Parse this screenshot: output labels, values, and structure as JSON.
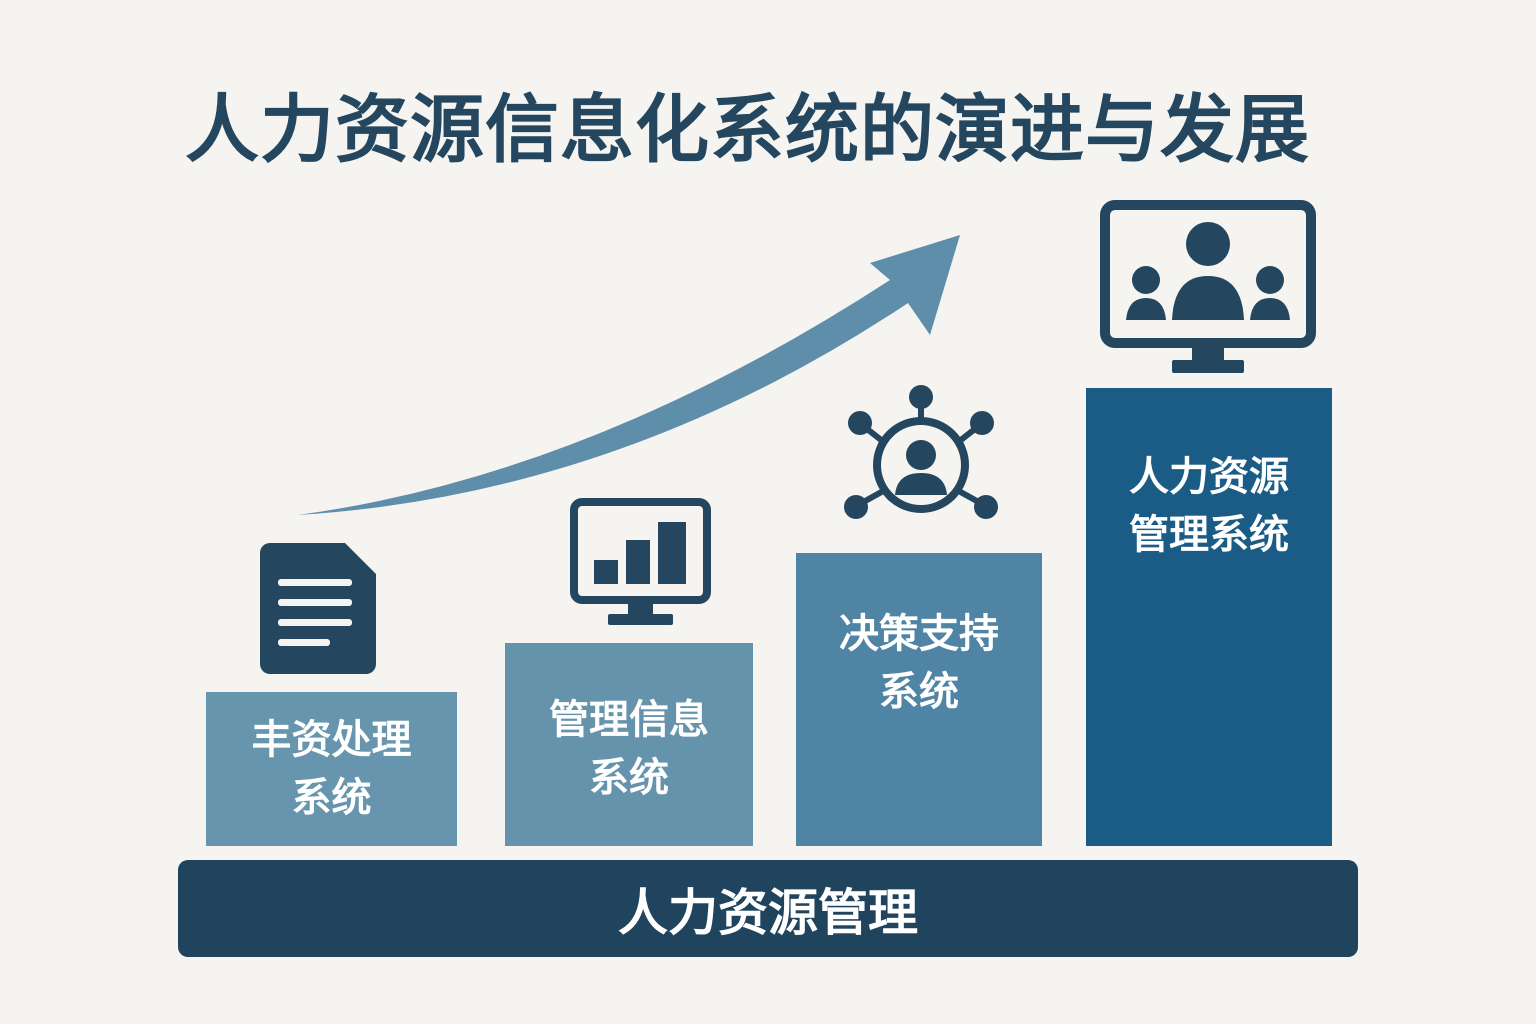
{
  "title": "人力资源信息化系统的演进与发展",
  "steps": [
    {
      "line1": "丰资处理",
      "line2": "系统",
      "color": "#6795ad"
    },
    {
      "line1": "管理信息",
      "line2": "系统",
      "color": "#6593ab"
    },
    {
      "line1": "决策支持",
      "line2": "系统",
      "color": "#4f84a4"
    },
    {
      "line1": "人力资源",
      "line2": "管理系统",
      "color": "#1b5c86"
    }
  ],
  "base_label": "人力资源管理",
  "colors": {
    "dark": "#24465f",
    "arrow": "#5f8eaa",
    "background": "#f5f4f0"
  }
}
